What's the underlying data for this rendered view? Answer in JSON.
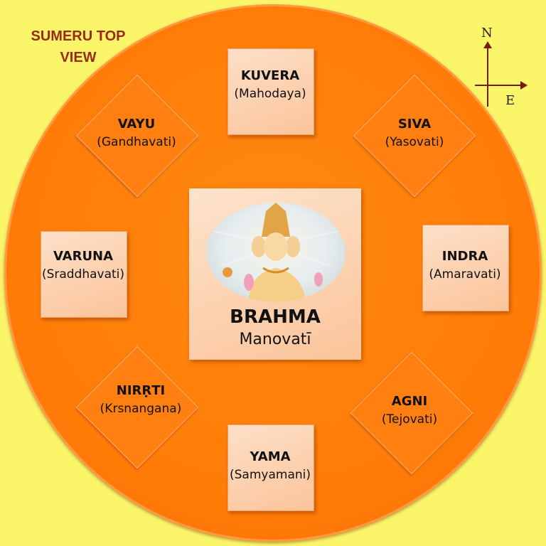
{
  "title": "SUMERU TOP VIEW",
  "compass": {
    "north": "N",
    "east": "E"
  },
  "center": {
    "name": "BRAHMA",
    "city": "Manovatī",
    "image": "brahma-portrait"
  },
  "regions": [
    {
      "name": "KUVERA",
      "city": "(Mahodaya)"
    },
    {
      "name": "SIVA",
      "city": "(Yasovati)"
    },
    {
      "name": "INDRA",
      "city": "(Amaravati)"
    },
    {
      "name": "AGNI",
      "city": "(Tejovati)"
    },
    {
      "name": "YAMA",
      "city": "(Samyamani)"
    },
    {
      "name": "NIRṚTI",
      "city": "(Krsnangana)"
    },
    {
      "name": "VARUNA",
      "city": "(Sraddhavati)"
    },
    {
      "name": "VAYU",
      "city": "(Gandhavati)"
    }
  ],
  "colors": {
    "background": "#fbf56a",
    "disc": "#ff7a08",
    "title": "#9b2a14"
  }
}
